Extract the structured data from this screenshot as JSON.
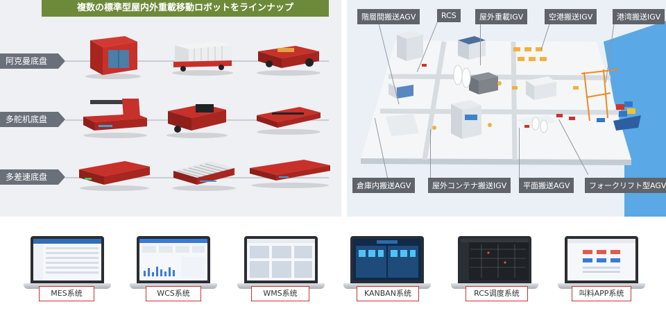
{
  "left": {
    "title": "複数の標準型屋内外重載移動ロボットをラインナップ",
    "rows": [
      {
        "label": "阿克曼底盘"
      },
      {
        "label": "多舵机底盘"
      },
      {
        "label": "多差速底盘"
      }
    ]
  },
  "right": {
    "callouts": {
      "c1": "階層間搬送AGV",
      "c2": "RCS",
      "c3": "屋外重載IGV",
      "c4": "空港搬送IGV",
      "c5": "港湾搬送IGV",
      "c6": "倉庫内搬送AGV",
      "c7": "屋外コンテナ搬送IGV",
      "c8": "平面搬送AGV",
      "c9": "フォークリフト型AGV"
    }
  },
  "systems": [
    {
      "label": "MES系统"
    },
    {
      "label": "WCS系统"
    },
    {
      "label": "WMS系统"
    },
    {
      "label": "KANBAN系统"
    },
    {
      "label": "RCS调度系统"
    },
    {
      "label": "叫料APP系统"
    }
  ],
  "colors": {
    "accent_red": "#c8332f",
    "title_green": "#6d8a3a",
    "label_gray": "#6a7079"
  }
}
